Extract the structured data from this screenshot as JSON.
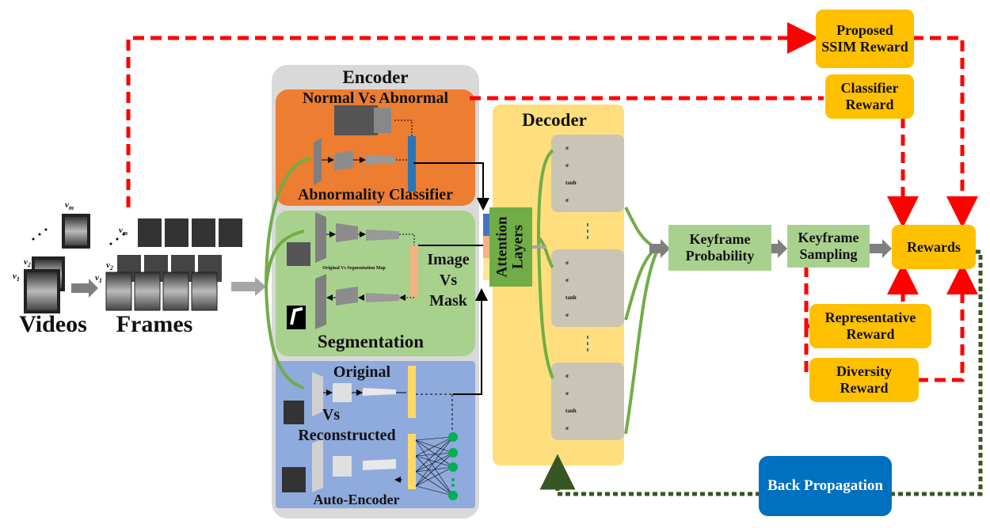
{
  "inputs": {
    "videos_label": "Videos",
    "frames_label": "Frames",
    "v_first": "v",
    "v_first_sub": "1",
    "v_second": "v",
    "v_second_sub": "2",
    "v_last": "v",
    "v_last_sub": "m"
  },
  "encoder": {
    "title": "Encoder",
    "classifier": {
      "top_label": "Normal Vs Abnormal",
      "bottom_label": "Abnormality Classifier"
    },
    "segmentation": {
      "map_caption": "Original Vs Segmentation Map",
      "side_label_1": "Image",
      "side_label_2": "Vs",
      "side_label_3": "Mask",
      "bottom_label": "Segmentation"
    },
    "autoencoder": {
      "label_original": "Original",
      "label_vs": "Vs",
      "label_reconstructed": "Reconstructed",
      "bottom_label": "Auto-Encoder"
    }
  },
  "attention": {
    "line1": "Attention",
    "line2": "Layers"
  },
  "decoder": {
    "title": "Decoder",
    "gate_sigma": "σ",
    "gate_tanh": "tanh"
  },
  "pipeline": {
    "keyframe_probability": "Keyframe Probability",
    "keyframe_sampling": "Keyframe Sampling",
    "rewards": "Rewards"
  },
  "rewards": {
    "ssim": "Proposed SSIM Reward",
    "classifier": "Classifier Reward",
    "representative": "Representative Reward",
    "diversity": "Diversity Reward"
  },
  "backprop": {
    "label": "Back Propagation"
  },
  "colors": {
    "red_dashed": "#ff0000",
    "green_flow": "#70ad47",
    "dark_green_dotted": "#375623",
    "gold": "#ffc000",
    "orange_panel": "#ed7d31",
    "green_panel": "#a9d18e",
    "blue_panel": "#8faadc",
    "encoder_bg": "#d9d9d9",
    "decoder_bg": "#ffd966",
    "backprop_blue": "#0070c0"
  }
}
